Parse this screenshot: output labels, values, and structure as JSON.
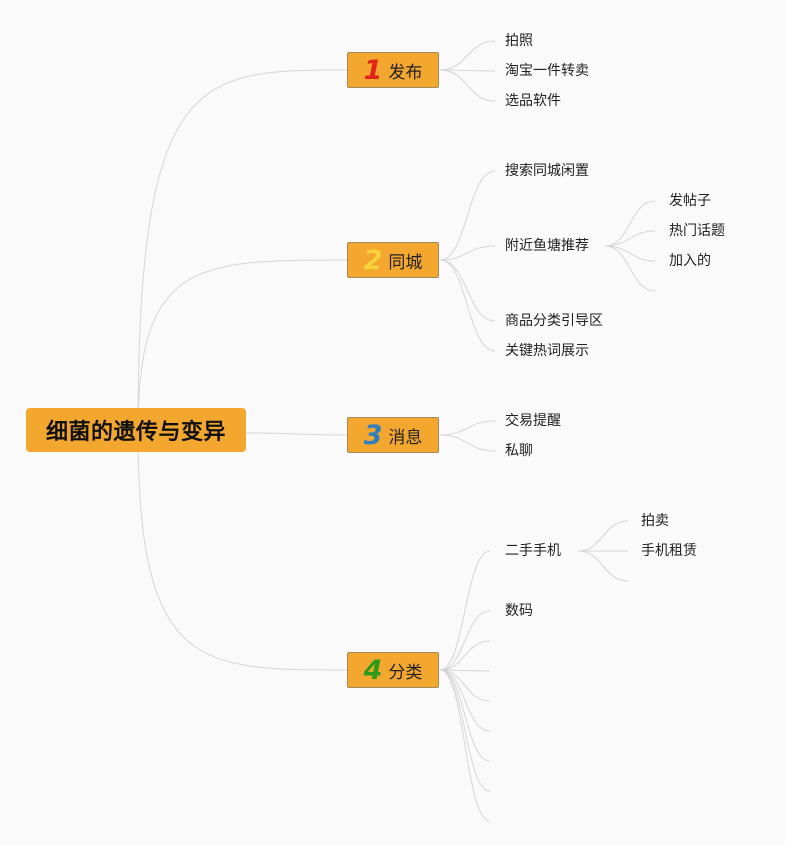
{
  "root": {
    "label": "细菌的遗传与变异"
  },
  "branches": [
    {
      "number": "1",
      "number_color": "#e32219",
      "label": "发布",
      "children": [
        {
          "label": "拍照"
        },
        {
          "label": "淘宝一件转卖"
        },
        {
          "label": "选品软件"
        }
      ]
    },
    {
      "number": "2",
      "number_color": "#f5d23c",
      "label": "同城",
      "children": [
        {
          "label": "搜索同城闲置"
        },
        {
          "label": "附近鱼塘推荐",
          "children": [
            {
              "label": "发帖子"
            },
            {
              "label": "热门话题"
            },
            {
              "label": "加入的"
            },
            {
              "label": ""
            }
          ]
        },
        {
          "label": "商品分类引导区"
        },
        {
          "label": "关键热词展示"
        }
      ]
    },
    {
      "number": "3",
      "number_color": "#2f7fc1",
      "label": "消息",
      "children": [
        {
          "label": "交易提醒"
        },
        {
          "label": "私聊"
        }
      ]
    },
    {
      "number": "4",
      "number_color": "#2d9a1c",
      "label": "分类",
      "children": [
        {
          "label": "二手手机",
          "children": [
            {
              "label": "拍卖"
            },
            {
              "label": "手机租赁"
            },
            {
              "label": ""
            }
          ]
        },
        {
          "label": "数码"
        },
        {
          "label": ""
        },
        {
          "label": ""
        },
        {
          "label": ""
        },
        {
          "label": ""
        },
        {
          "label": ""
        },
        {
          "label": ""
        },
        {
          "label": ""
        },
        {
          "label": ""
        }
      ]
    }
  ]
}
